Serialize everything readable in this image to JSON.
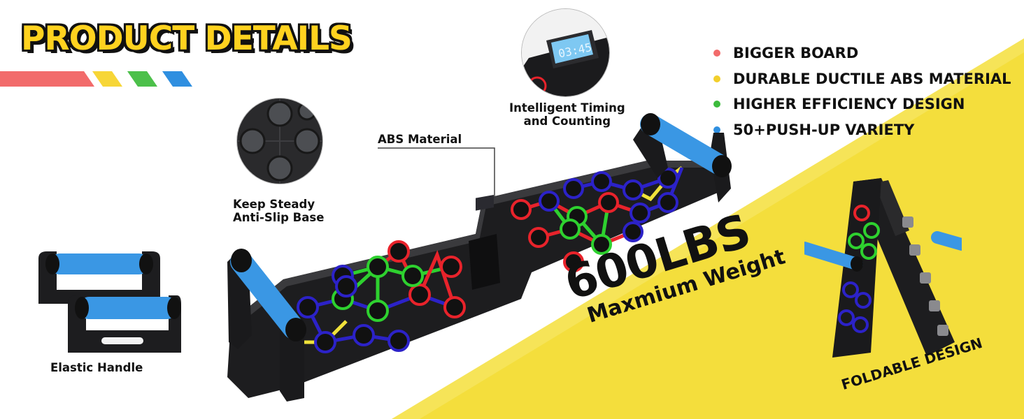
{
  "header": {
    "title": "PRODUCT DETAILS",
    "stripe_colors": [
      "#f26b6b",
      "#f7d637",
      "#4cc04a",
      "#2f8fe0"
    ]
  },
  "features": [
    {
      "label": "BIGGER BOARD",
      "dot_color": "#f26b6b"
    },
    {
      "label": "DURABLE DUCTILE ABS MATERIAL",
      "dot_color": "#f2cf2c"
    },
    {
      "label": "HIGHER EFFICIENCY DESIGN",
      "dot_color": "#3cbb3c"
    },
    {
      "label": "50+PUSH-UP VARIETY",
      "dot_color": "#2f8fe0"
    }
  ],
  "callouts": {
    "timing": {
      "line1": "Intelligent Timing",
      "line2": "and Counting",
      "display": "03:45"
    },
    "abs": {
      "label": "ABS Material"
    },
    "anti_slip": {
      "line1": "Keep Steady",
      "line2": "Anti-Slip Base"
    },
    "handle": {
      "label": "Elastic Handle"
    }
  },
  "weight": {
    "big": "600LBS",
    "small": "Maxmium Weight"
  },
  "foldable": {
    "label": "FOLDABLE DESIGN"
  },
  "colors": {
    "accent_yellow": "#f4de3c",
    "handle_blue": "#3a97e4",
    "board_black": "#1b1b1d",
    "line_red": "#e8232b",
    "line_green": "#2ed12f",
    "line_blue": "#2c22c8",
    "line_yellow": "#f1e23a"
  }
}
